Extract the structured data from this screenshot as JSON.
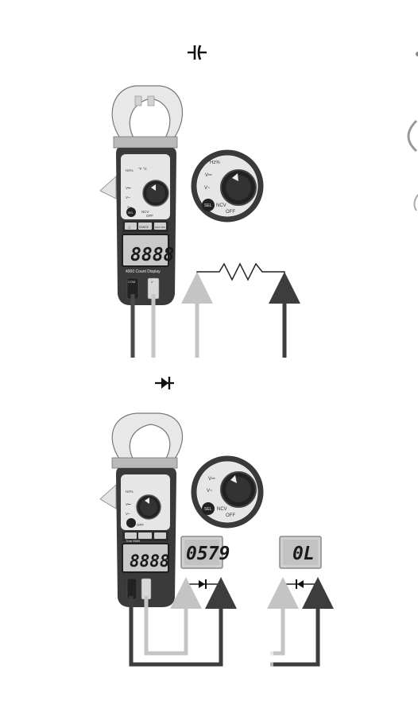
{
  "symbols": {
    "capacitance": "capacitor-symbol",
    "diode": "diode-symbol"
  },
  "meter": {
    "display_digits": "8888",
    "display_banner_top": "4000 Count Display",
    "display_banner_bottom": "True RMS",
    "dial_labels": {
      "hz_percent": "Hz%",
      "temp": "°F °C",
      "v_dc": "V⎓",
      "v_ac": "V~",
      "a_ac": "A~",
      "hz": "Hz",
      "ncv": "NCV",
      "off": "OFF",
      "sel": "SEL"
    },
    "buttons": [
      "△",
      "RANGE",
      "MAX MIN"
    ],
    "jack_labels": {
      "com": "COM",
      "v": "V"
    }
  },
  "readings": {
    "forward": "0579",
    "reverse": "0L"
  },
  "colors": {
    "meter_dark": "#3a3a3a",
    "meter_light": "#e6e6e6",
    "lead_black": "#4a4a4a",
    "lead_light": "#c6c6c6",
    "lcd_bg": "#c9c9c9"
  }
}
